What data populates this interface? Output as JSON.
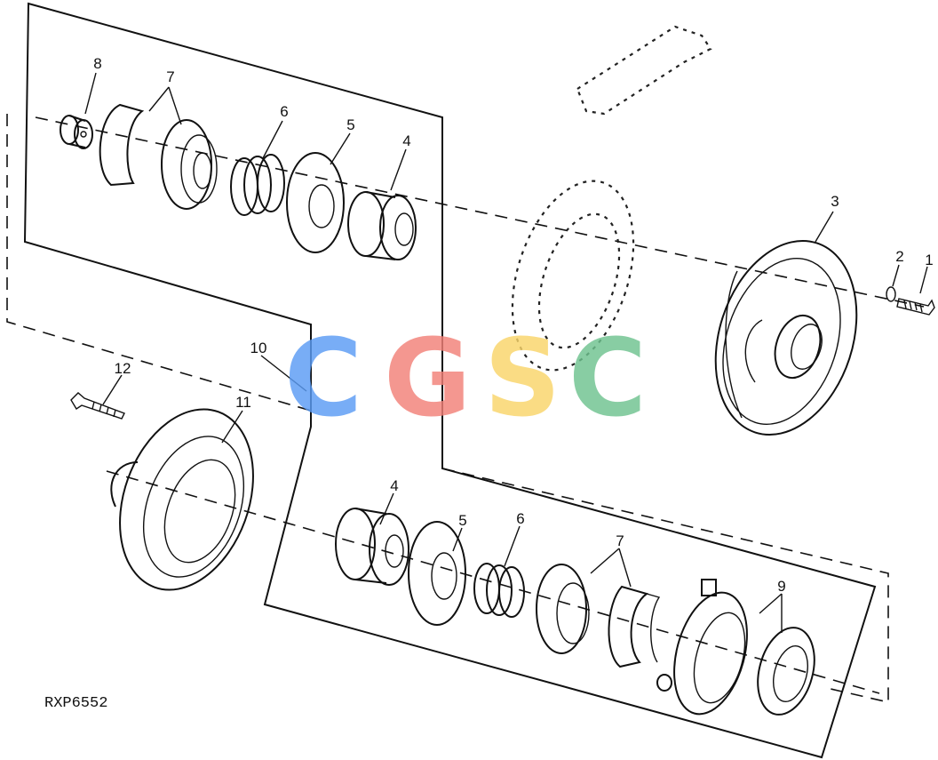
{
  "figure_code": "RXP6552",
  "watermark": {
    "letters": [
      {
        "char": "C",
        "color": "#5b9cf5"
      },
      {
        "char": "G",
        "color": "#f28178"
      },
      {
        "char": "S",
        "color": "#f9d56a"
      },
      {
        "char": "C",
        "color": "#6ec38f"
      }
    ]
  },
  "callouts": [
    {
      "id": "c1",
      "text": "1"
    },
    {
      "id": "c2",
      "text": "2"
    },
    {
      "id": "c3",
      "text": "3"
    },
    {
      "id": "c4a",
      "text": "4"
    },
    {
      "id": "c5a",
      "text": "5"
    },
    {
      "id": "c6a",
      "text": "6"
    },
    {
      "id": "c7a",
      "text": "7"
    },
    {
      "id": "c8",
      "text": "8"
    },
    {
      "id": "c9",
      "text": "9"
    },
    {
      "id": "c10",
      "text": "10"
    },
    {
      "id": "c11",
      "text": "11"
    },
    {
      "id": "c12",
      "text": "12"
    },
    {
      "id": "c4b",
      "text": "4"
    },
    {
      "id": "c5b",
      "text": "5"
    },
    {
      "id": "c6b",
      "text": "6"
    },
    {
      "id": "c7b",
      "text": "7"
    }
  ]
}
